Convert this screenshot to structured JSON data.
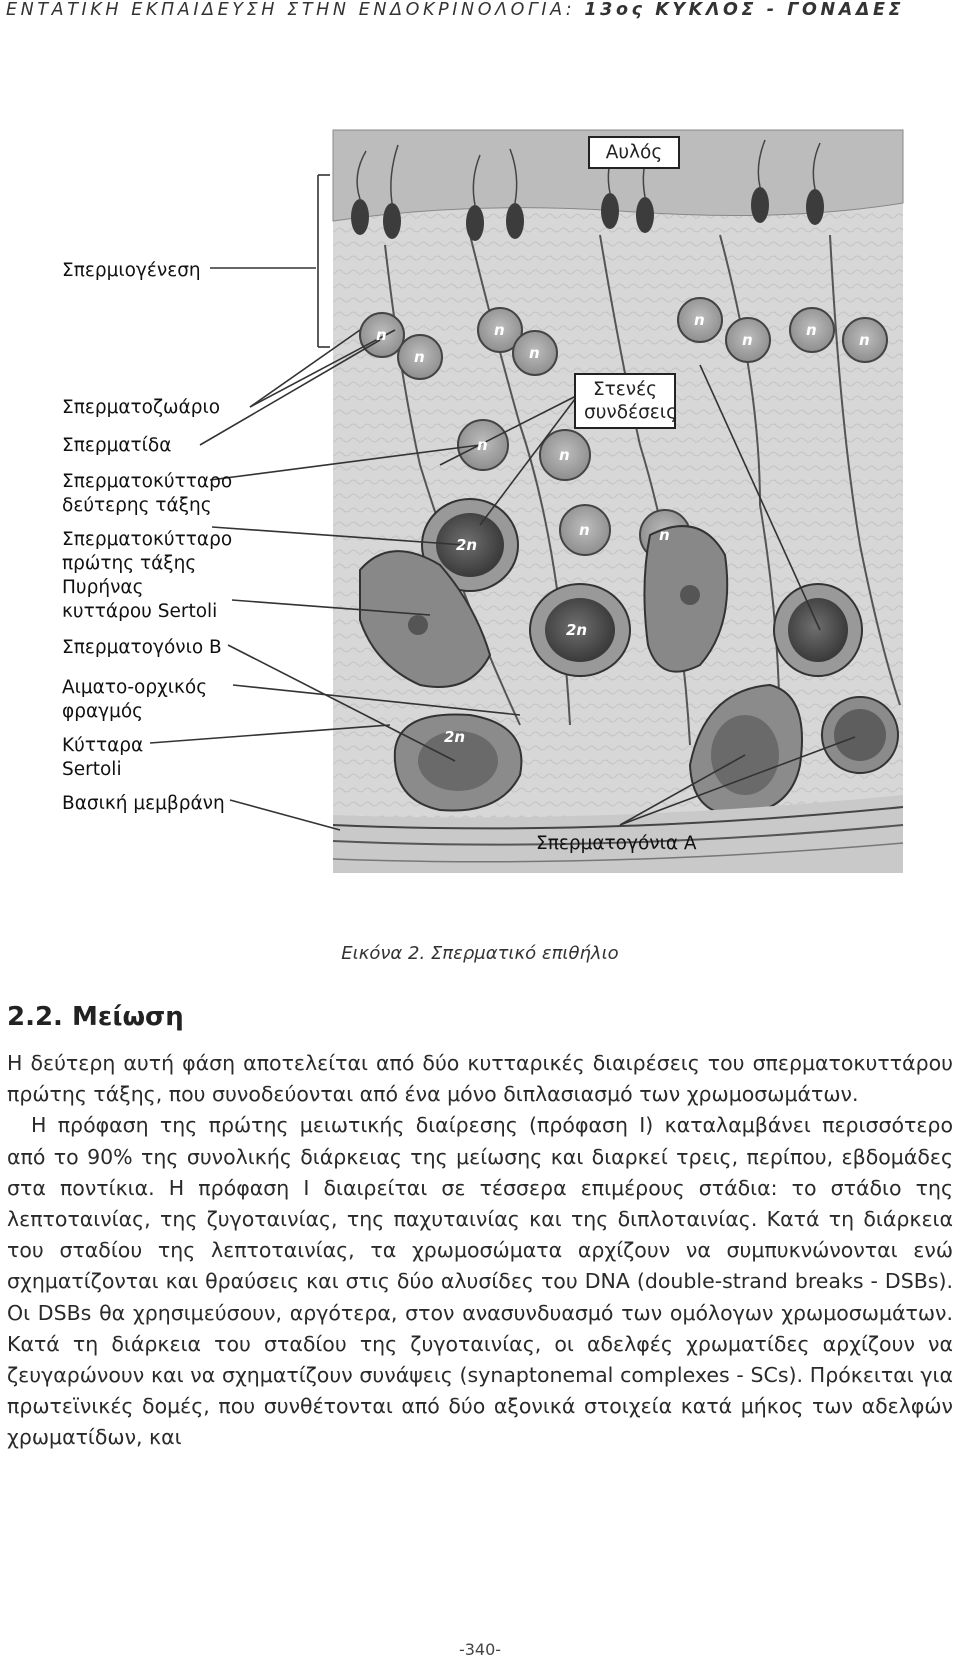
{
  "header": {
    "text": "ΕΝΤΑΤΙΚΗ ΕΚΠΑΙΔΕΥΣΗ ΣΤΗΝ ΕΝΔΟΚΡΙΝΟΛΟΓΙΑ:",
    "cycle": "13ος ΚΥΚΛΟΣ - ΓΟΝΑΔΕΣ"
  },
  "figure": {
    "labels": {
      "spermiogenesis": "Σπερμιογένεση",
      "spermatozoon": "Σπερματοζωάριο",
      "spermatid": "Σπερματίδα",
      "secondary_1": "Σπερματοκύτταρο",
      "secondary_2": "δεύτερης τάξης",
      "primary_1": "Σπερματοκύτταρο",
      "primary_2": "πρώτης τάξης",
      "sertoli_nucleus_1": "Πυρήνας",
      "sertoli_nucleus_2": "κυττάρου Sertoli",
      "spermatogonium_b": "Σπερματογόνιο Β",
      "blood_testis_1": "Αιματο-ορχικός",
      "blood_testis_2": "φραγμός",
      "sertoli_cells_1": "Κύτταρα",
      "sertoli_cells_2": "Sertoli",
      "basement": "Βασική μεμβράνη",
      "lumen": "Αυλός",
      "tight_1": "Στενές",
      "tight_2": "συνδέσεις",
      "spermatogonia_a": "Σπερματογόνια Α"
    },
    "cell_labels": {
      "n": "n",
      "two_n": "2n"
    }
  },
  "caption": "Εικόνα 2. Σπερματικό επιθήλιο",
  "section_title": "2.2. Μείωση",
  "paragraphs": [
    "Η δεύτερη αυτή φάση αποτελείται από δύο κυτταρικές διαιρέσεις του σπερματοκυττάρου πρώτης τάξης, που συνοδεύονται από ένα μόνο διπλασιασμό των χρωμοσωμάτων.",
    "Η πρόφαση της πρώτης μειωτικής διαίρεσης (πρόφαση I) καταλαμβάνει περισσότερο από το 90% της συνολικής διάρκειας της μείωσης και διαρκεί τρεις, περίπου, εβδομάδες στα ποντίκια. Η πρόφαση I διαιρείται σε τέσσερα επιμέρους στάδια: το στάδιο της λεπτοταινίας, της ζυγοταινίας, της παχυταινίας και της διπλοταινίας. Κατά τη διάρκεια του σταδίου της λεπτοταινίας, τα χρωμοσώματα αρχίζουν να συμπυκνώνονται ενώ σχηματίζονται και θραύσεις και στις δύο αλυσίδες του DNA (double-strand breaks - DSBs). Οι DSBs θα χρησιμεύσουν, αργότερα, στον ανασυνδυασμό των ομόλογων χρωμοσωμάτων. Κατά τη διάρκεια του σταδίου της ζυγοταινίας, οι αδελφές χρωματίδες αρχίζουν να ζευγαρώνουν και να σχηματίζουν συνάψεις (synaptonemal complexes - SCs). Πρόκειται για πρωτεϊνικές δομές, που συνθέτονται από δύο αξονικά στοιχεία κατά μήκος των αδελφών χρωματίδων, και"
  ],
  "page_number": "-340-"
}
